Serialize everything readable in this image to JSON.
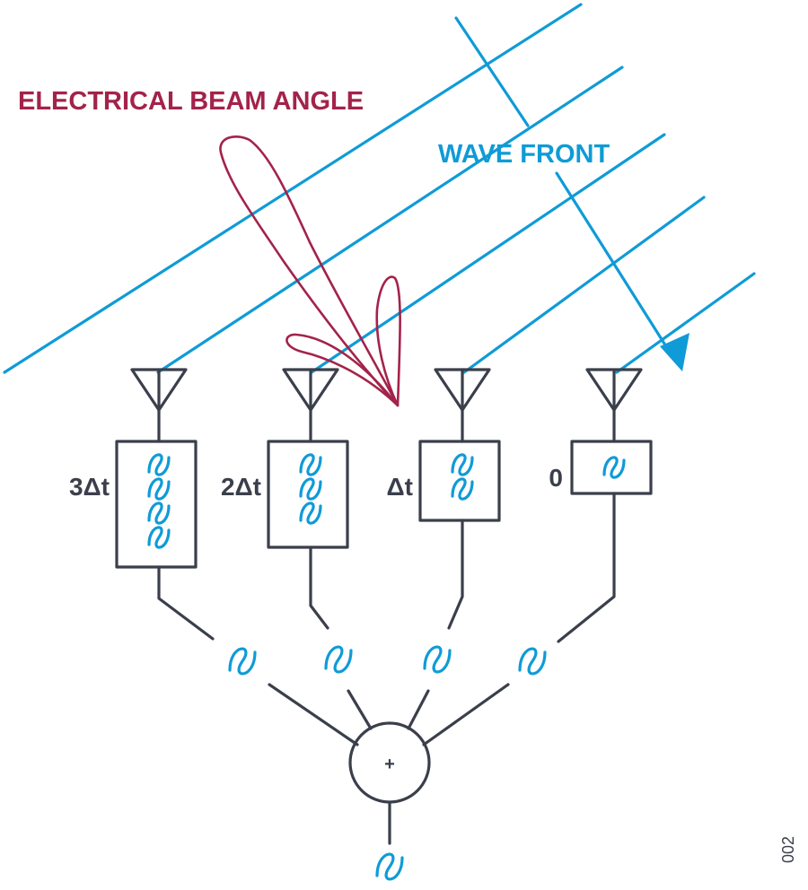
{
  "labels": {
    "beam_angle": "ELECTRICAL BEAM ANGLE",
    "wave_front": "WAVE FRONT",
    "figure_id": "002",
    "summer_symbol": "+"
  },
  "delays": [
    {
      "label": "3Δt",
      "sine_count": 4
    },
    {
      "label": "2Δt",
      "sine_count": 3
    },
    {
      "label": "Δt",
      "sine_count": 2
    },
    {
      "label": "0",
      "sine_count": 1
    }
  ],
  "colors": {
    "dark": "#3a3f4b",
    "blue": "#0f9bd7",
    "red": "#a3234a"
  }
}
